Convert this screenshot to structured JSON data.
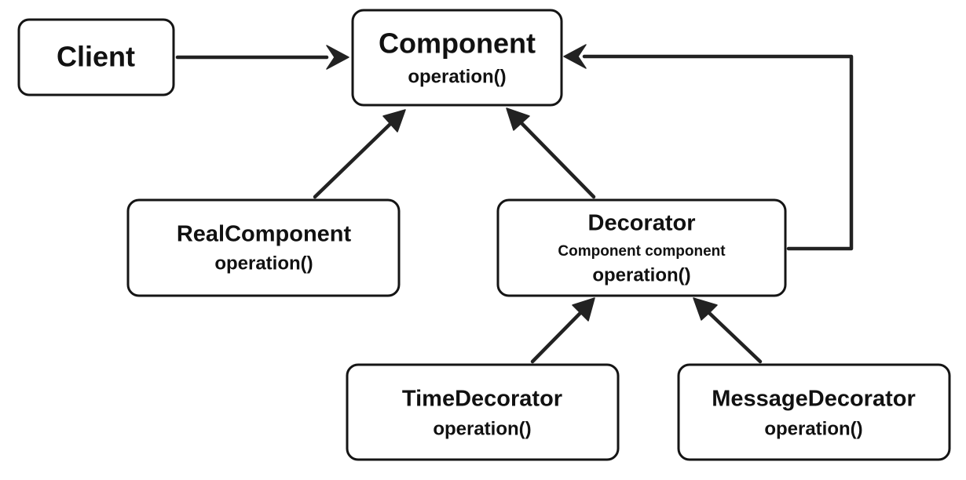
{
  "nodes": {
    "client": {
      "title": "Client"
    },
    "component": {
      "title": "Component",
      "operation": "operation()"
    },
    "real_component": {
      "title": "RealComponent",
      "operation": "operation()"
    },
    "decorator": {
      "title": "Decorator",
      "field": "Component component",
      "operation": "operation()"
    },
    "time_decorator": {
      "title": "TimeDecorator",
      "operation": "operation()"
    },
    "message_decorator": {
      "title": "MessageDecorator",
      "operation": "operation()"
    }
  },
  "edges": [
    {
      "from": "Client",
      "to": "Component"
    },
    {
      "from": "RealComponent",
      "to": "Component"
    },
    {
      "from": "Decorator",
      "to": "Component"
    },
    {
      "from": "Decorator",
      "to": "Component"
    },
    {
      "from": "TimeDecorator",
      "to": "Decorator"
    },
    {
      "from": "MessageDecorator",
      "to": "Decorator"
    }
  ]
}
